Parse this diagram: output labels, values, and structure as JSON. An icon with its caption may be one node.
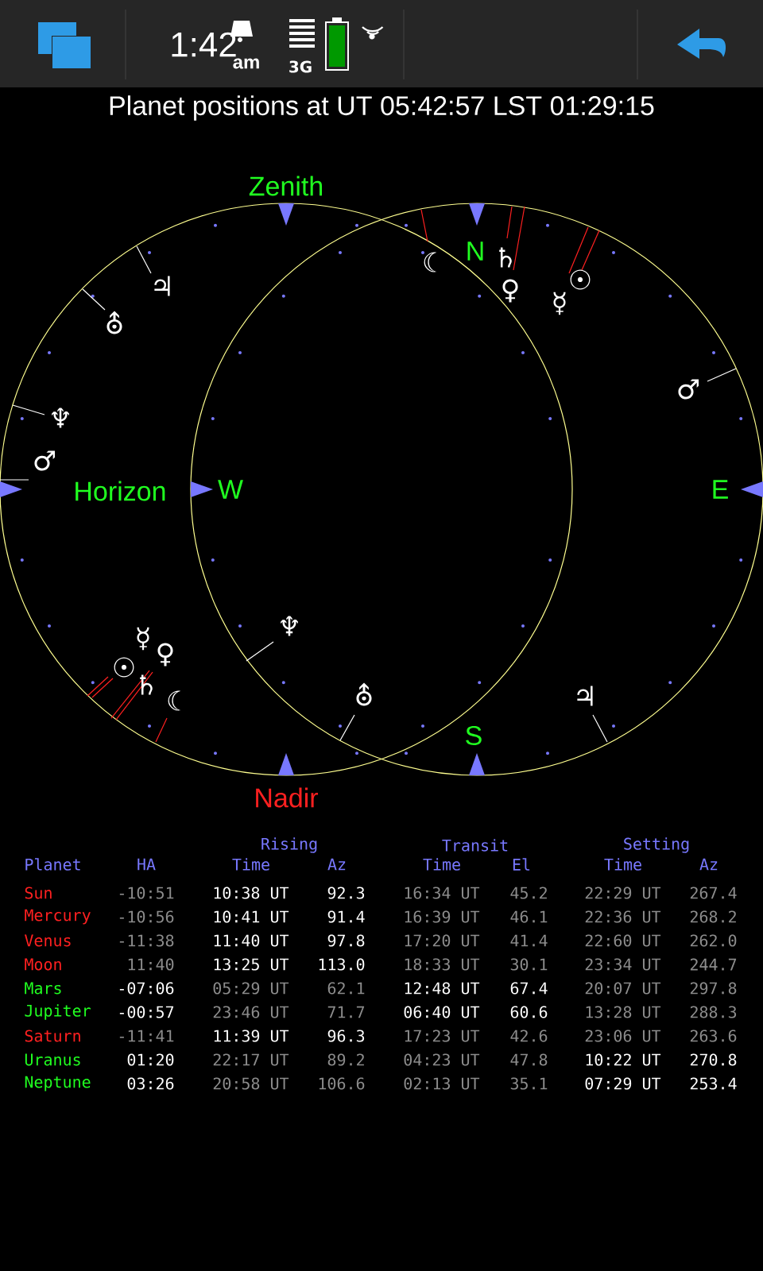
{
  "diagram": {
    "title": "Planet positions at   UT 05:42:57  LST 01:29:15",
    "labels": [
      "1:42",
      "am",
      "3G",
      "Zenith",
      "♃",
      "⛢",
      "♆",
      "Horizon",
      "♂",
      "☿",
      "♀",
      "☉",
      "♄",
      "☾",
      "☾",
      "N",
      "♄",
      "♀",
      "☉",
      "☿",
      "♂",
      "W",
      "E",
      "♆",
      "⛢",
      "♃",
      "S",
      "Nadir",
      "Rising",
      "Transit",
      "Setting",
      "Planet",
      "HA",
      "Time",
      "Az",
      "Time",
      "El",
      "Time",
      "Az",
      "Sun",
      "-10:51",
      "10:38 UT",
      "92.3",
      "16:34 UT",
      "45.2",
      "22:29 UT",
      "267.4",
      "Mercury",
      "-10:56",
      "10:41 UT",
      "91.4",
      "16:39 UT",
      "46.1",
      "22:36 UT",
      "268.2",
      "Venus",
      "-11:38",
      "11:40 UT",
      "97.8",
      "17:20 UT",
      "41.4",
      "22:60 UT",
      "262.0",
      "Moon",
      "11:40",
      "13:25 UT",
      "113.0",
      "18:33 UT",
      "30.1",
      "23:34 UT",
      "244.7",
      "Mars",
      "-07:06",
      "05:29 UT",
      "62.1",
      "12:48 UT",
      "67.4",
      "20:07 UT",
      "297.8",
      "Jupiter",
      "-00:57",
      "23:46 UT",
      "71.7",
      "06:40 UT",
      "60.6",
      "13:28 UT",
      "288.3",
      "Saturn",
      "-11:41",
      "11:39 UT",
      "96.3",
      "17:23 UT",
      "42.6",
      "23:06 UT",
      "263.6",
      "Uranus",
      "01:20",
      "22:17 UT",
      "89.2",
      "04:23 UT",
      "47.8",
      "10:22 UT",
      "270.8",
      "Neptune",
      "03:26",
      "20:58 UT",
      "106.6",
      "02:13 UT",
      "35.1",
      "07:29 UT",
      "253.4"
    ]
  }
}
